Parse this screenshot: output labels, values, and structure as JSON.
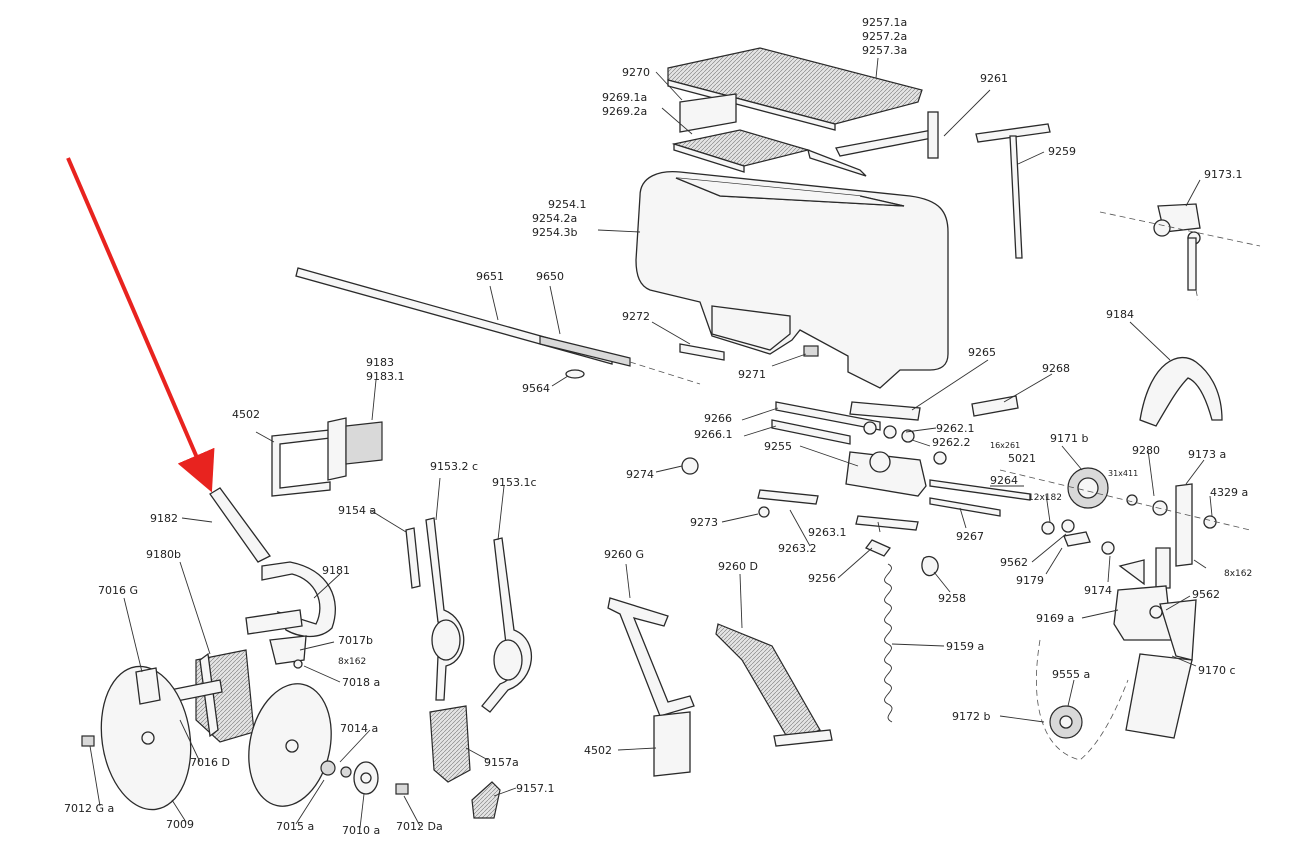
{
  "labels": {
    "l1": "9257.1a",
    "l2": "9257.2a",
    "l3": "9257.3a",
    "l4": "9270",
    "l5": "9269.1a",
    "l6": "9269.2a",
    "l7": "9261",
    "l8": "9259",
    "l9": "9173.1",
    "l10": "9254.1",
    "l11": "9254.2a",
    "l12": "9254.3b",
    "l13": "9651",
    "l14": "9650",
    "l15": "9272",
    "l16": "9271",
    "l17": "9564",
    "l18": "9265",
    "l19": "9268",
    "l20": "9184",
    "l21": "9183",
    "l22": "9183.1",
    "l23": "4502",
    "l24": "9266",
    "l25": "9266.1",
    "l26": "9262.1",
    "l27": "9262.2",
    "l28": "16x261",
    "l29": "5021",
    "l30": "9171 b",
    "l31": "9280",
    "l32": "9173 a",
    "l33": "9255",
    "l34": "9274",
    "l35": "31x411",
    "l36": "9264",
    "l37": "4329 a",
    "l38": "12x182",
    "l39": "9153.2 c",
    "l40": "9153.1c",
    "l41": "9182",
    "l42": "9154 a",
    "l43": "9273",
    "l44": "9263.1",
    "l45": "9263.2",
    "l46": "9267",
    "l47": "9562",
    "l48": "8x162",
    "l49": "9179",
    "l50": "9174",
    "l51": "9180b",
    "l52": "9181",
    "l53": "9260 G",
    "l54": "9260 D",
    "l55": "9256",
    "l56": "9258",
    "l57": "9562",
    "l58": "7016 G",
    "l59": "9169 a",
    "l60": "7017b",
    "l61": "8x162",
    "l62": "7018 a",
    "l63": "9159 a",
    "l64": "9170 c",
    "l65": "9555 a",
    "l66": "7014 a",
    "l67": "7016 D",
    "l68": "9157a",
    "l69": "4502",
    "l70": "9172 b",
    "l71": "9157.1",
    "l72": "7012 G a",
    "l73": "7009",
    "l74": "7015 a",
    "l75": "7010 a",
    "l76": "7012 Da"
  },
  "colors": {
    "arrow": "#e8231f",
    "ink": "#2a2a2a",
    "paper": "#ffffff"
  }
}
